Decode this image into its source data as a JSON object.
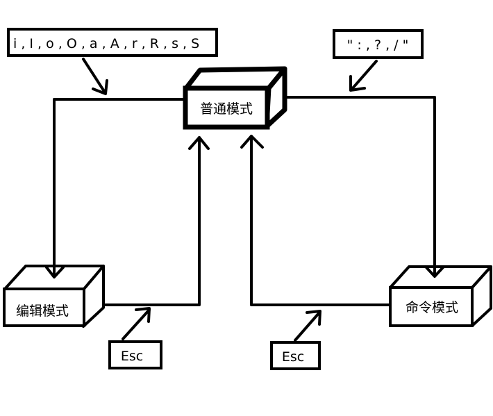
{
  "colors": {
    "ink": "#000000",
    "background": "#ffffff"
  },
  "nodes": {
    "normal_mode": "普通模式",
    "edit_mode": "编辑模式",
    "command_mode": "命令模式"
  },
  "labels": {
    "insert_keys": "i , I , o , O , a , A , r , R , s , S",
    "command_keys": "\" : , ? , / \"",
    "esc_from_edit": "Esc",
    "esc_from_command": "Esc"
  }
}
